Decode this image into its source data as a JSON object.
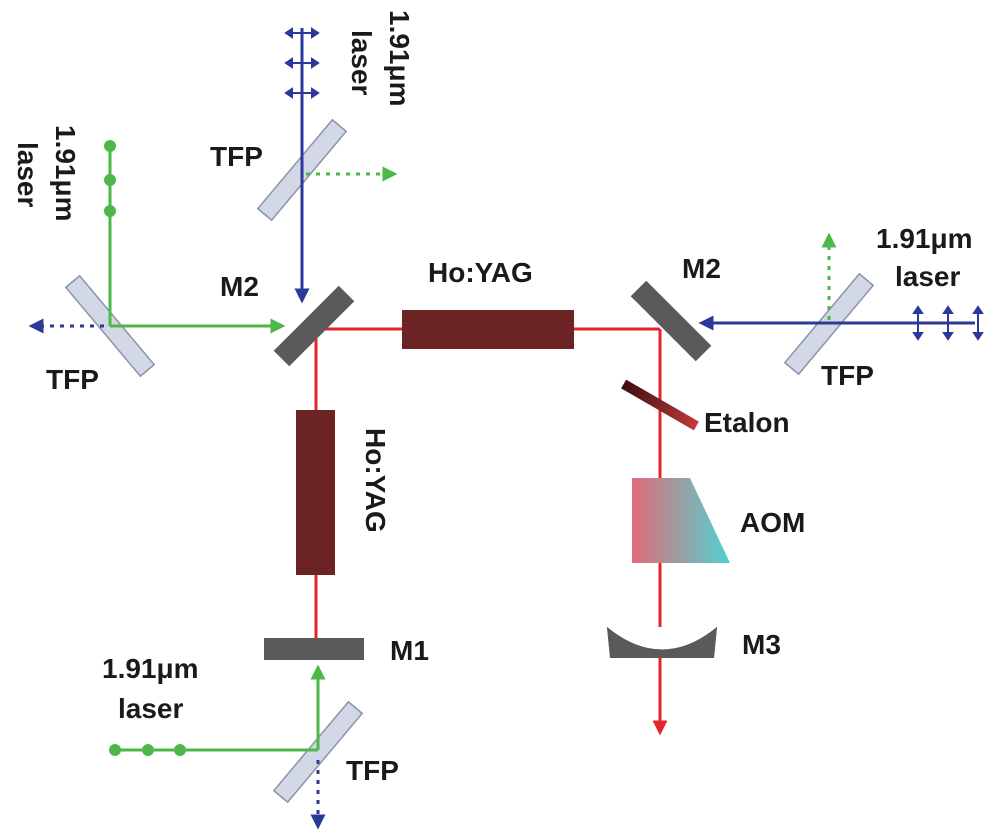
{
  "labels": {
    "laser_top": "1.91μm laser",
    "laser_top_line1": "1.91μm",
    "laser_top_line2": "laser",
    "laser_left_line1": "1.91μm",
    "laser_left_line2": "laser",
    "laser_right_line1": "1.91μm",
    "laser_right_line2": "laser",
    "laser_bottom_line1": "1.91μm",
    "laser_bottom_line2": "laser",
    "tfp_top": "TFP",
    "tfp_left": "TFP",
    "tfp_right": "TFP",
    "tfp_bottom": "TFP",
    "m2_left": "M2",
    "m2_right": "M2",
    "m1": "M1",
    "m3": "M3",
    "hoyag_horizontal": "Ho:YAG",
    "hoyag_vertical": "Ho:YAG",
    "etalon": "Etalon",
    "aom": "AOM"
  },
  "colors": {
    "cavity_beam": "#e5252a",
    "pump_green": "#4cb848",
    "pump_blue": "#2b3a9a",
    "crystal": "#6b2323",
    "mirror": "#5a5a5a",
    "tfp_fill": "#d3d8e6",
    "aom_left": "#e36a7a",
    "aom_right": "#4fd3d0"
  }
}
